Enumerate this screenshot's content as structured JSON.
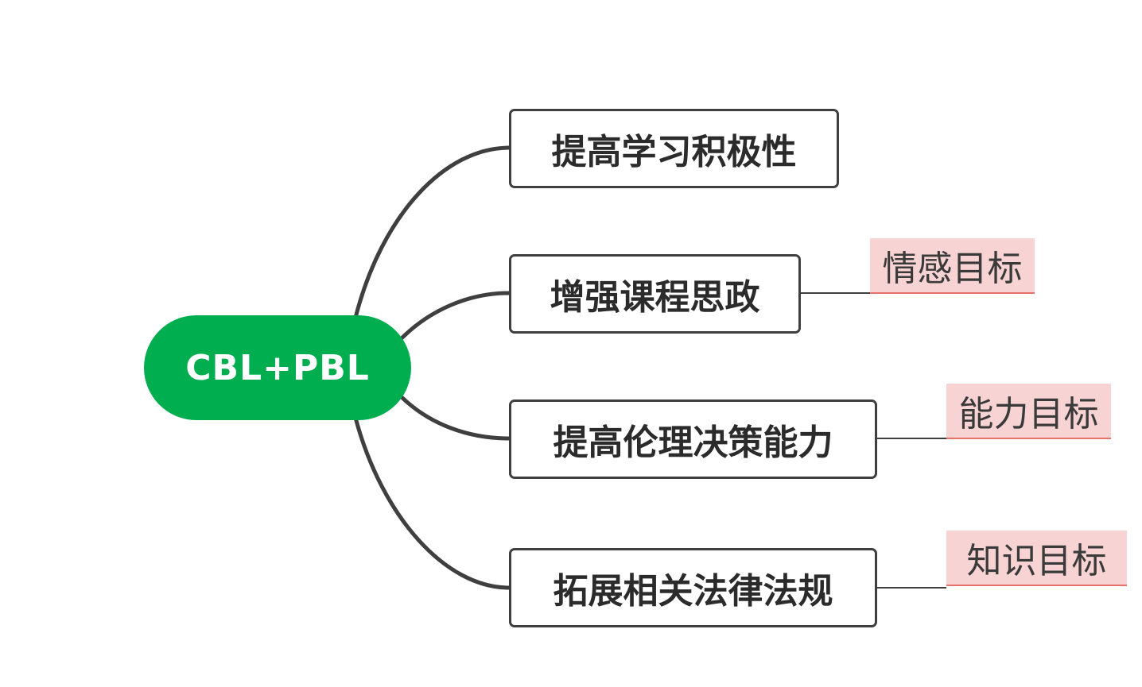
{
  "root": {
    "label": "CBL+PBL",
    "color": "#00ad4f"
  },
  "branches": [
    {
      "label": "提高学习积极性"
    },
    {
      "label": "增强课程思政",
      "tag": "情感目标"
    },
    {
      "label": "提高伦理决策能力",
      "tag": "能力目标"
    },
    {
      "label": "拓展相关法律法规",
      "tag": "知识目标"
    }
  ],
  "colors": {
    "line": "#3f3f3f",
    "tag_bg": "#f8d3d3",
    "tag_underline": "#e8716a"
  }
}
